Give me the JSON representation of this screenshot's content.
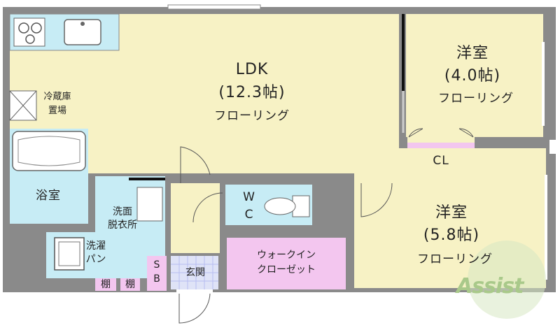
{
  "rooms": {
    "ldk": {
      "name": "LDK",
      "size": "(12.3帖)",
      "floor": "フローリング"
    },
    "western1": {
      "name": "洋室",
      "size": "(4.0帖)",
      "floor": "フローリング"
    },
    "western2": {
      "name": "洋室",
      "size": "(5.8帖)",
      "floor": "フローリング"
    },
    "closet": "CL",
    "bath": "浴室",
    "wash_line1": "洗面",
    "wash_line2": "脱衣所",
    "washer_line1": "洗濯",
    "washer_line2": "パン",
    "fridge_line1": "冷蔵庫",
    "fridge_line2": "置場",
    "wc_line1": "W",
    "wc_line2": "C",
    "walkin_line1": "ウォークイン",
    "walkin_line2": "クローゼット",
    "sb_line1": "S",
    "sb_line2": "B",
    "entrance": "玄関",
    "shelf_a": "棚",
    "shelf_b": "棚"
  },
  "logo": {
    "text": "Assist"
  },
  "colors": {
    "floor": "#f7f2c5",
    "wet": "#c7ecf5",
    "storage": "#f3c6ef",
    "wall": "#8a8a8a",
    "logo": "#a9c98a"
  }
}
